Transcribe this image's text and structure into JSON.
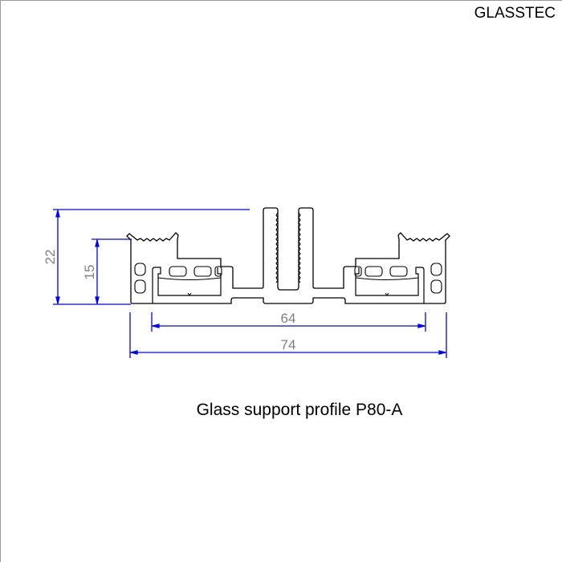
{
  "brand": "GLASSTEC",
  "caption": "Glass support profile P80-A",
  "dimensions": {
    "height_total": "22",
    "height_lip": "15",
    "inner_width": "64",
    "overall_width": "74"
  },
  "colors": {
    "dimension_line": "#0000ff",
    "dimension_text": "#808080",
    "profile": "#000000"
  }
}
